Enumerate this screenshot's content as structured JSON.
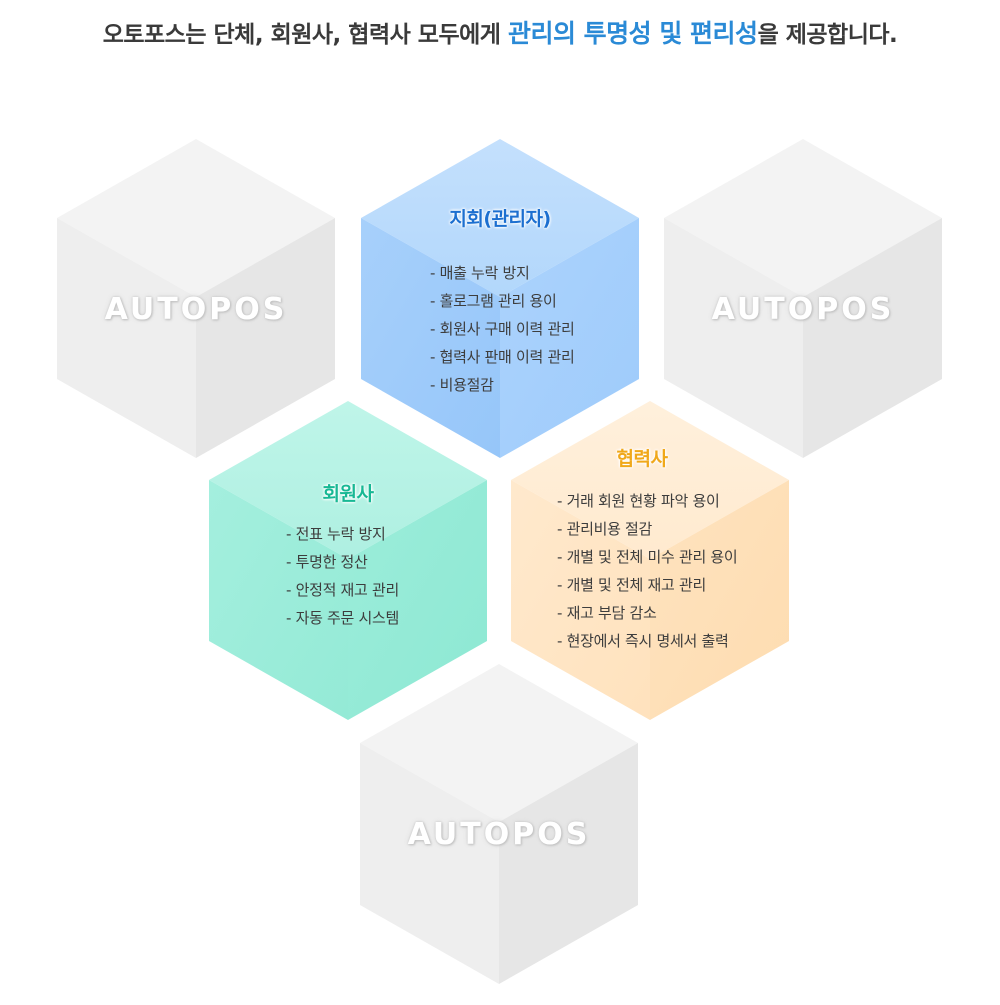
{
  "headline": {
    "prefix": "오토포스는 단체, 회원사, 협력사 모두에게 ",
    "highlight": "관리의 투명성 및 편리성",
    "suffix": "을 제공합니다."
  },
  "brand_text": "AUTOPOS",
  "cubes": {
    "admin": {
      "title": "지회(관리자)",
      "items": [
        "매출 누락 방지",
        "홀로그램 관리 용이",
        "회원사 구매 이력 관리",
        "협력사 판매 이력 관리",
        "비용절감"
      ]
    },
    "member": {
      "title": "회원사",
      "items": [
        "전표 누락 방지",
        "투명한 정산",
        "안정적 재고 관리",
        "자동 주문 시스템"
      ]
    },
    "partner": {
      "title": "협력사",
      "items": [
        "거래 회원 현황 파악 용이",
        "관리비용 절감",
        "개별 및 전체 미수 관리 용이",
        "개별 및 전체 재고 관리",
        "재고 부담 감소",
        "현장에서 즉시 명세서 출력"
      ]
    }
  },
  "colors": {
    "admin": "#a8d2fc",
    "member": "#98ecd8",
    "partner": "#ffe2b8",
    "gray": "#ececec",
    "highlight": "#2a8ad6"
  }
}
